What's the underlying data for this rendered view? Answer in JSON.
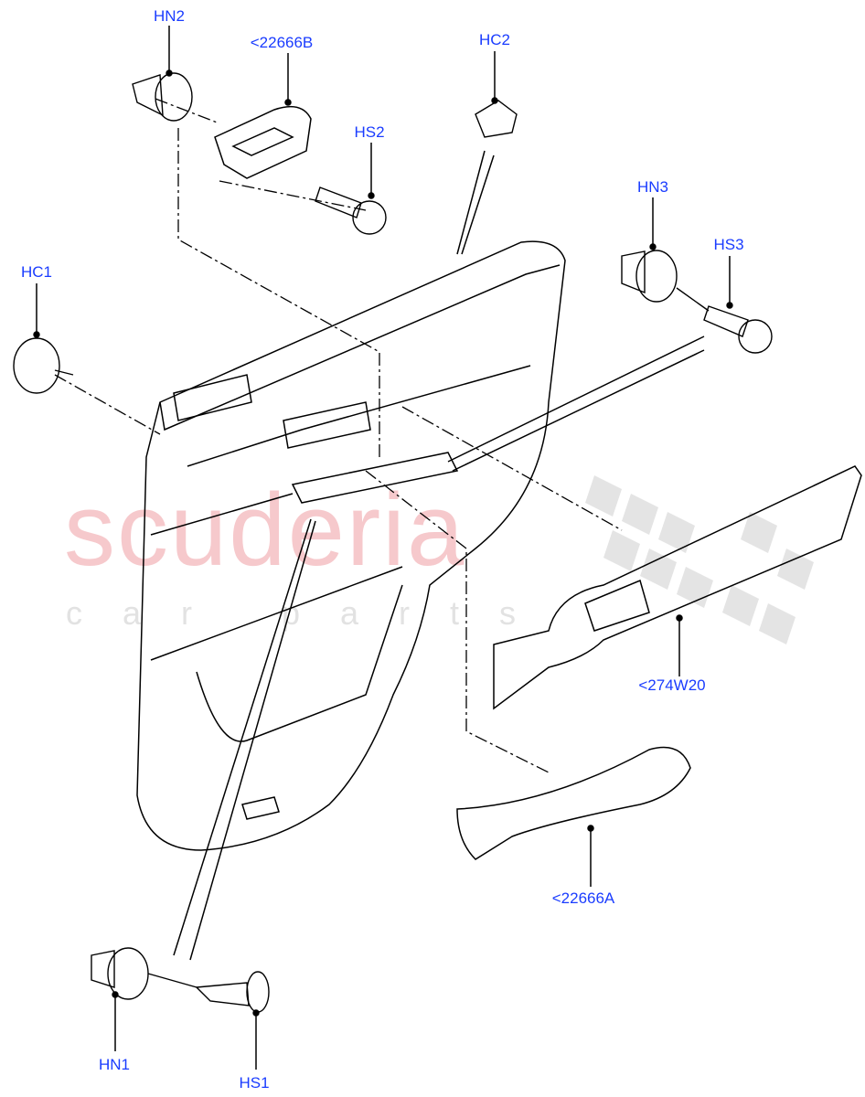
{
  "watermark": {
    "main": "scuderia",
    "sub": "car parts"
  },
  "colors": {
    "label": "#1a3cff",
    "line": "#000000"
  },
  "callouts": [
    {
      "id": "HN2",
      "text": "HN2"
    },
    {
      "id": "22666B",
      "text": "<22666B"
    },
    {
      "id": "HC2",
      "text": "HC2"
    },
    {
      "id": "HS2",
      "text": "HS2"
    },
    {
      "id": "HN3",
      "text": "HN3"
    },
    {
      "id": "HS3",
      "text": "HS3"
    },
    {
      "id": "HC1",
      "text": "HC1"
    },
    {
      "id": "274W20",
      "text": "<274W20"
    },
    {
      "id": "22666A",
      "text": "<22666A"
    },
    {
      "id": "HN1",
      "text": "HN1"
    },
    {
      "id": "HS1",
      "text": "HS1"
    }
  ]
}
